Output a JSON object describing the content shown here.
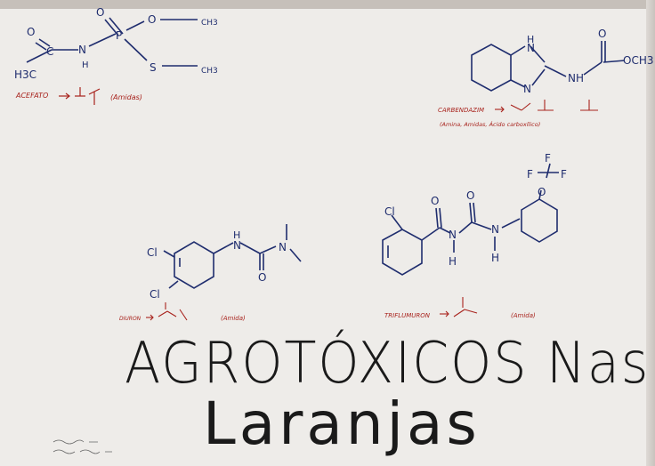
{
  "title": {
    "line1": "AGROTÓXICOS Nas",
    "line2": "Laranjas"
  },
  "molecules": {
    "acefato": {
      "name": "ACEFATO",
      "atoms": [
        "O",
        "O",
        "O",
        "CH3",
        "C",
        "N",
        "H",
        "P",
        "H3C",
        "S",
        "CH3"
      ],
      "note": "(Amidas)"
    },
    "carbendazim": {
      "name": "CARBENDAZIM",
      "atoms": [
        "H",
        "N",
        "N",
        "NH",
        "O",
        "OCH3"
      ],
      "note": "(Amina, Amidas, Ácido carboxílico)"
    },
    "diuron": {
      "name": "DIURON",
      "atoms": [
        "Cl",
        "Cl",
        "H",
        "N",
        "N",
        "O"
      ],
      "note": "(Amida)"
    },
    "triflumuron": {
      "name": "TRIFLUMURON",
      "atoms": [
        "Cl",
        "O",
        "O",
        "N",
        "N",
        "H",
        "H",
        "F",
        "F",
        "F",
        "O"
      ],
      "note": "(Amida)"
    }
  },
  "colors": {
    "blue_ink": "#1f2d6e",
    "red_ink": "#a8231d",
    "black_ink": "#1a1a1a",
    "board": "#eeece9"
  }
}
